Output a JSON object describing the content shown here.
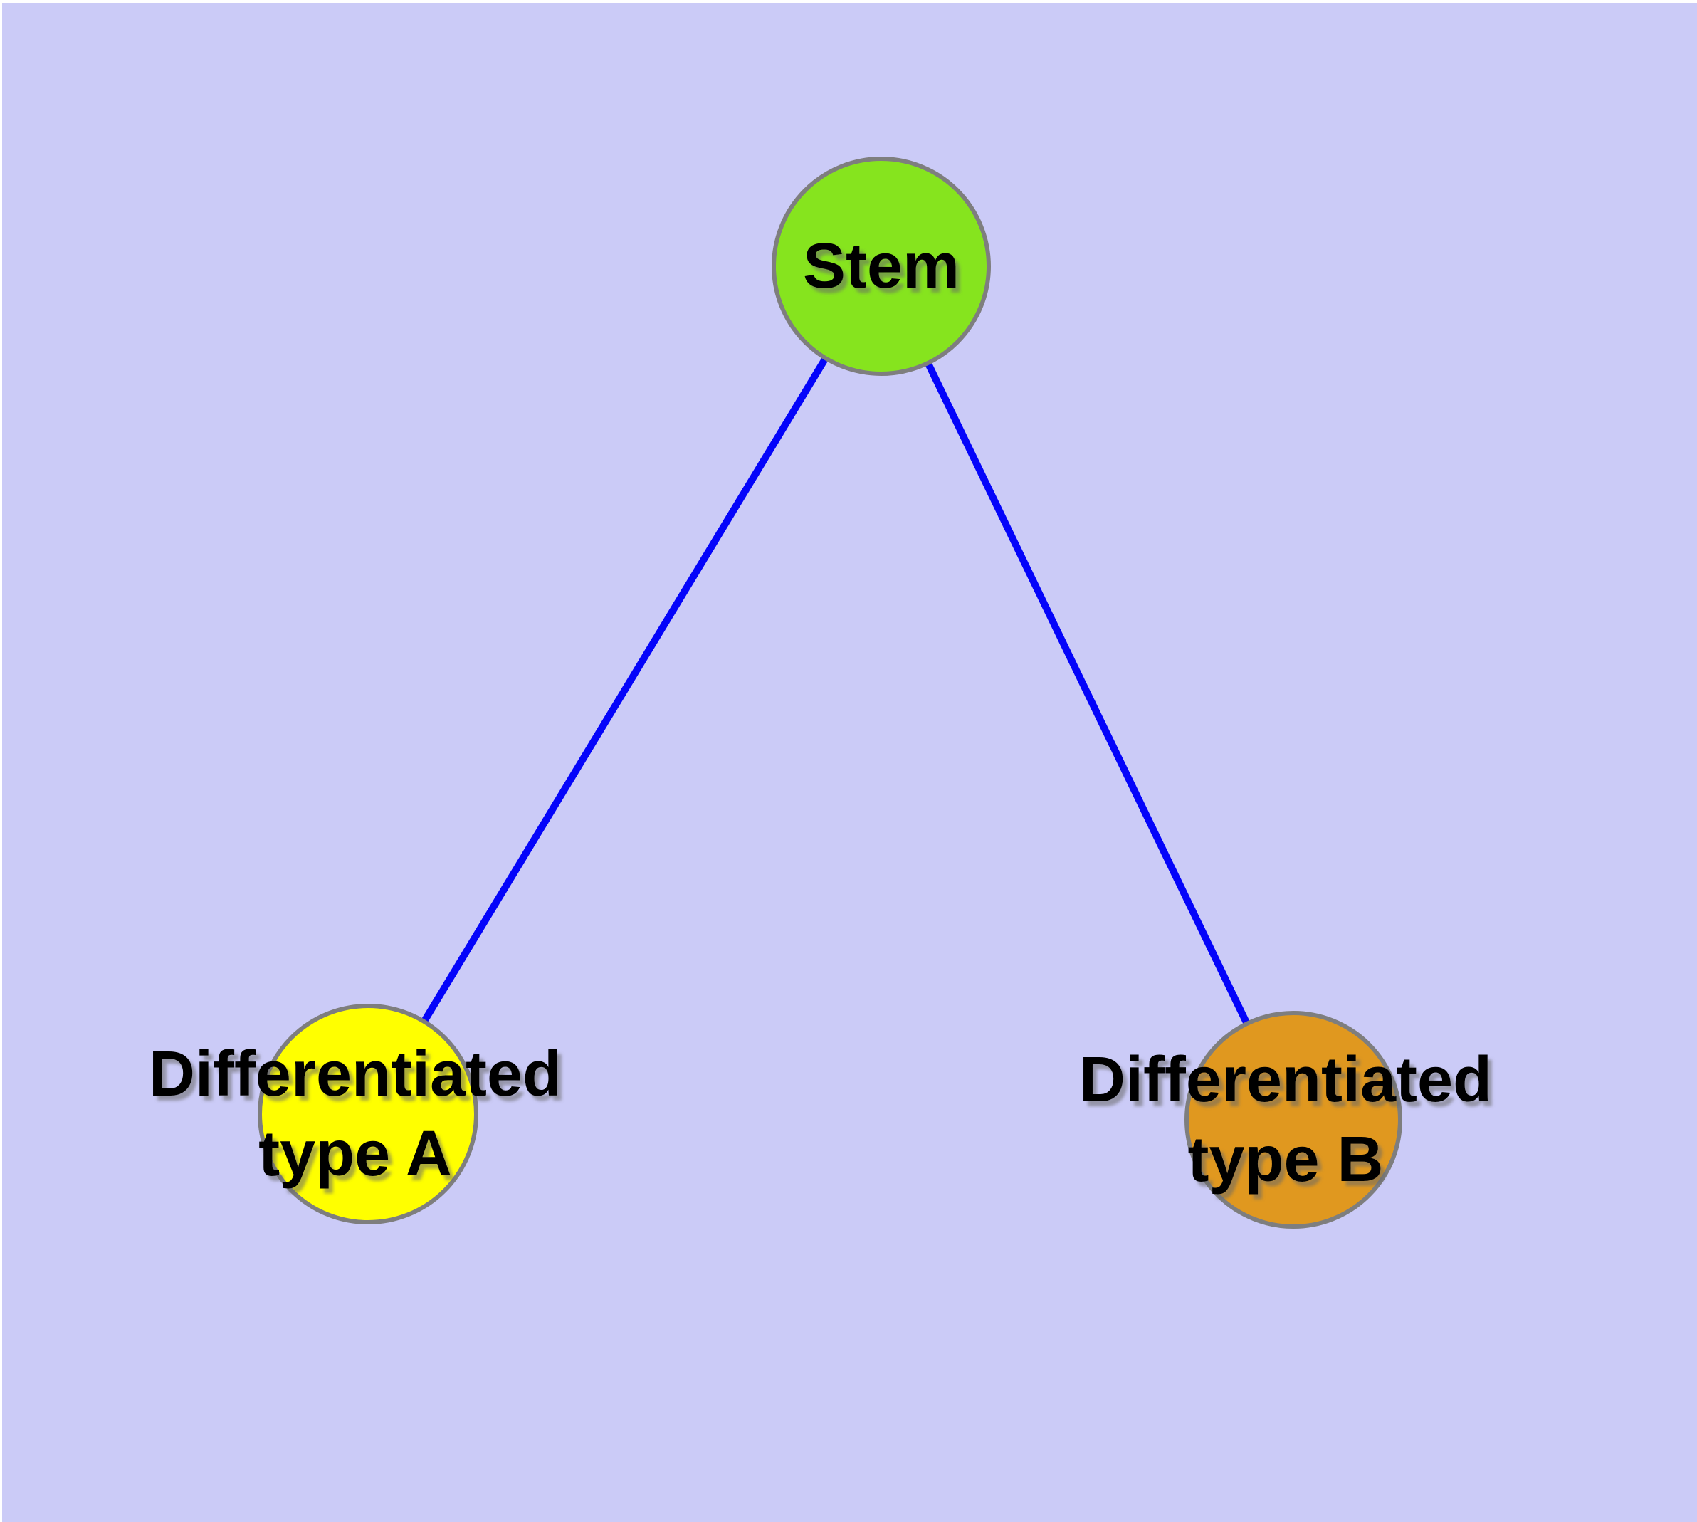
{
  "diagram": {
    "background_color": "#CBCBF7",
    "page_margin_color": "#FFFFFF",
    "edge_color": "#0404FA",
    "node_border_color": "#7E7E7E",
    "label_color": "#000000",
    "label_shadow_color": "#666666",
    "nodes": [
      {
        "id": "stem",
        "label_line1": "Stem",
        "label_line2": "",
        "color": "#86E41E"
      },
      {
        "id": "differentiated-type-a",
        "label_line1": "Differentiated",
        "label_line2": "type A",
        "color": "#FFFF00"
      },
      {
        "id": "differentiated-type-b",
        "label_line1": "Differentiated",
        "label_line2": "type B",
        "color": "#E0981F"
      }
    ],
    "edges": [
      {
        "from": "stem",
        "to": "differentiated-type-a"
      },
      {
        "from": "stem",
        "to": "differentiated-type-b"
      }
    ]
  }
}
